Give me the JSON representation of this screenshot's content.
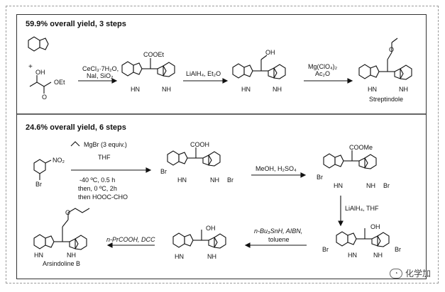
{
  "route1": {
    "header": "59.9% overall yield, 3 steps",
    "reagent_plus": "+",
    "sm2_oh": "OH",
    "sm2_oet": "OEt",
    "sm2_o": "O",
    "step1_line1": "CeCl₃·7H₂O,",
    "step1_line2": "NaI, SiO₂",
    "p1_ester": "COOEt",
    "hn": "HN",
    "nh": "NH",
    "step2": "LiAlH₄, Et₂O",
    "p2_oh": "OH",
    "step3_line1": "Mg(ClO₄)₂",
    "step3_line2": "Ac₂O",
    "p3_o": "O",
    "product_name": "Streptindole"
  },
  "route2": {
    "header": "24.6% overall yield, 6 steps",
    "grignard": "MgBr (3 equiv.)",
    "solvent": "THF",
    "cond1": "-40 ºC, 0.5 h",
    "cond2": "then, 0 ºC, 2h",
    "cond3": "then HOOC-CHO",
    "sm_no2": "NO₂",
    "sm_br": "Br",
    "acid_label": "COOH",
    "br": "Br",
    "esterify": "MeOH, H₂SO₄",
    "ester_label": "COOMe",
    "reduce": "LiAlH₄, THF",
    "oh": "OH",
    "debrom_line1": "n-Bu₃SnH, AIBN,",
    "debrom_line2": "toluene",
    "acyl": "n-PrCOOH, DCC",
    "o": "O",
    "product_name": "Arsindoline B"
  },
  "watermark": "化学加"
}
